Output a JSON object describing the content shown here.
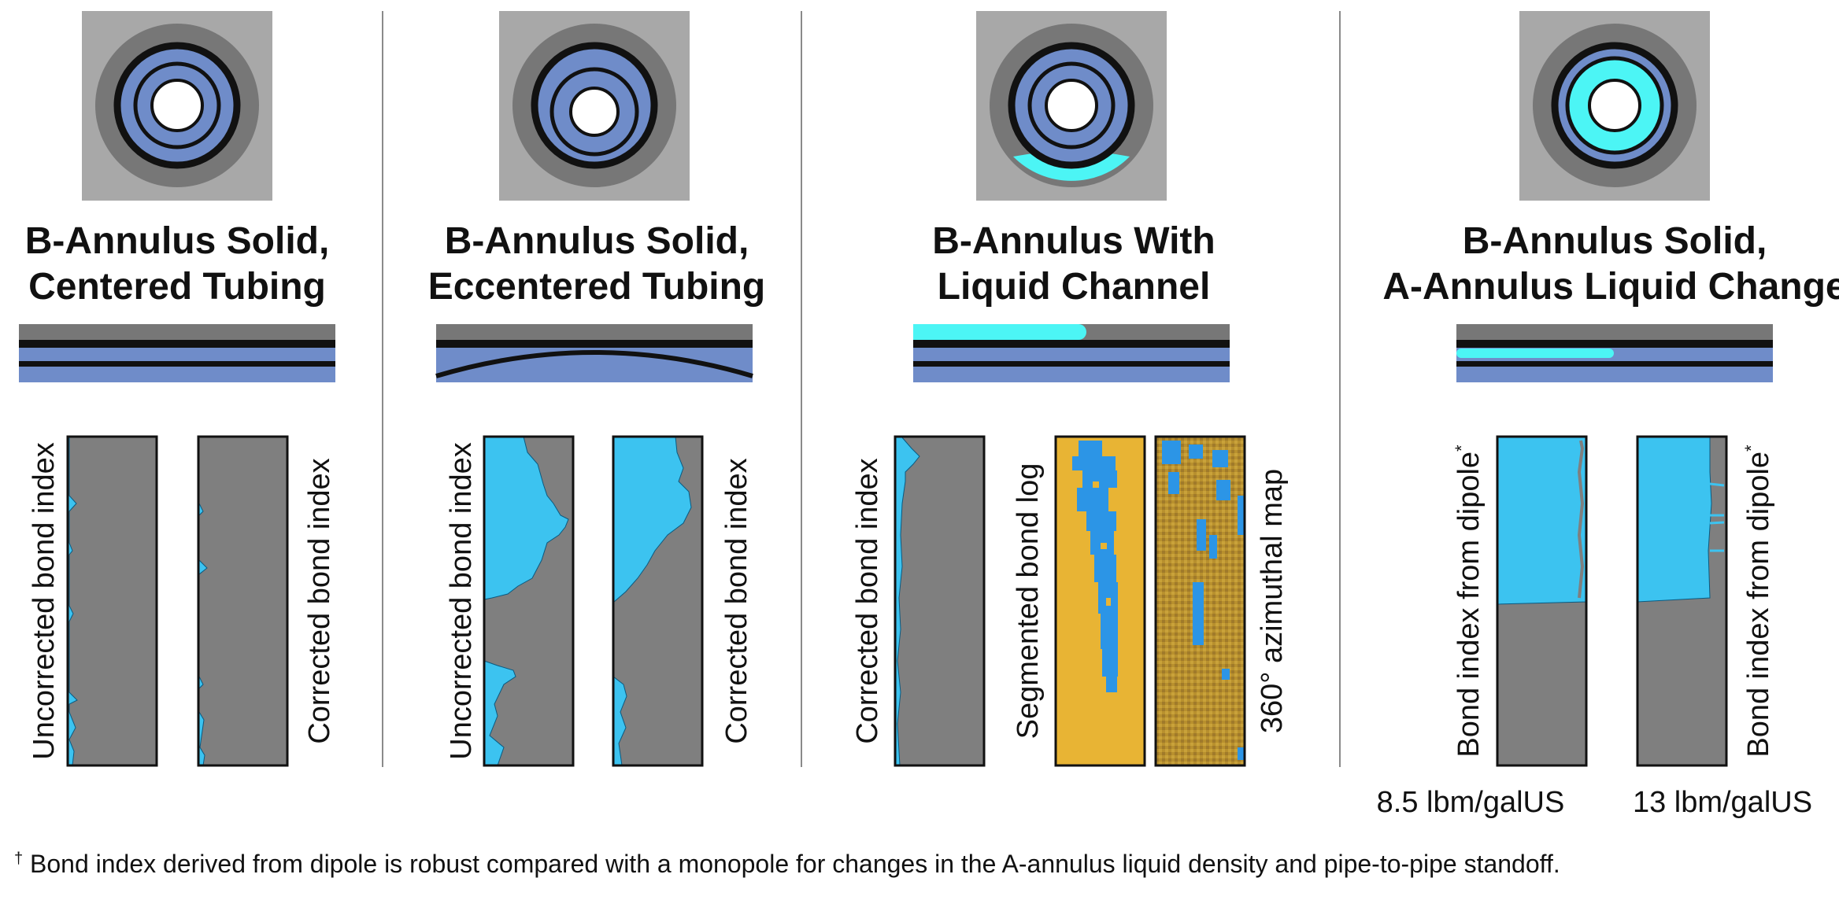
{
  "colors": {
    "background": "#ffffff",
    "square": "#a8a8a8",
    "dark_ring": "#777777",
    "cement": "#6f8cc9",
    "liquid": "#4cf5f5",
    "bond_fill": "#3cc3f0",
    "log_gray": "#7f7f7f",
    "pipe": "#111111",
    "segmented_bg": "#e8b434",
    "segmented_blue": "#2c95e6",
    "divider": "#8a8a8a"
  },
  "panels": [
    {
      "title_line1": "B-Annulus Solid,",
      "title_line2": "Centered Tubing",
      "cross_section": "solid-centered",
      "strip_icon": "strip-centered",
      "tracks": [
        {
          "label": "Uncorrected bond index",
          "kind": "bond-spiky"
        },
        {
          "label": "Corrected bond index",
          "kind": "bond-spiky-corrected"
        }
      ]
    },
    {
      "title_line1": "B-Annulus Solid,",
      "title_line2": "Eccentered Tubing",
      "cross_section": "solid-eccentered",
      "strip_icon": "strip-eccentered",
      "tracks": [
        {
          "label": "Uncorrected bond index",
          "kind": "bond-eccentered"
        },
        {
          "label": "Corrected bond index",
          "kind": "bond-eccentered-corrected"
        }
      ]
    },
    {
      "title_line1": "B-Annulus With",
      "title_line2": "Liquid Channel",
      "cross_section": "liquid-channel",
      "strip_icon": "strip-liquid-channel",
      "tracks": [
        {
          "label": "Corrected bond index",
          "kind": "bond-channel"
        },
        {
          "label": "Segmented bond log",
          "kind": "segmented"
        },
        {
          "label": "360° azimuthal map",
          "kind": "azimuthal"
        }
      ]
    },
    {
      "title_line1": "B-Annulus Solid,",
      "title_line2": "A-Annulus Liquid Change",
      "cross_section": "a-annulus-liquid",
      "strip_icon": "strip-a-annulus",
      "tracks": [
        {
          "label": "Bond index from dipole",
          "label_sup": "*",
          "kind": "bond-dipole-left",
          "caption": "8.5 lbm/galUS"
        },
        {
          "label": "Bond index from dipole",
          "label_sup": "*",
          "kind": "bond-dipole-right",
          "caption": "13 lbm/galUS"
        }
      ]
    }
  ],
  "footnote": {
    "mark": "†",
    "text": "Bond index derived from dipole is robust compared with a monopole for changes in the A-annulus liquid density and pipe-to-pipe standoff."
  }
}
